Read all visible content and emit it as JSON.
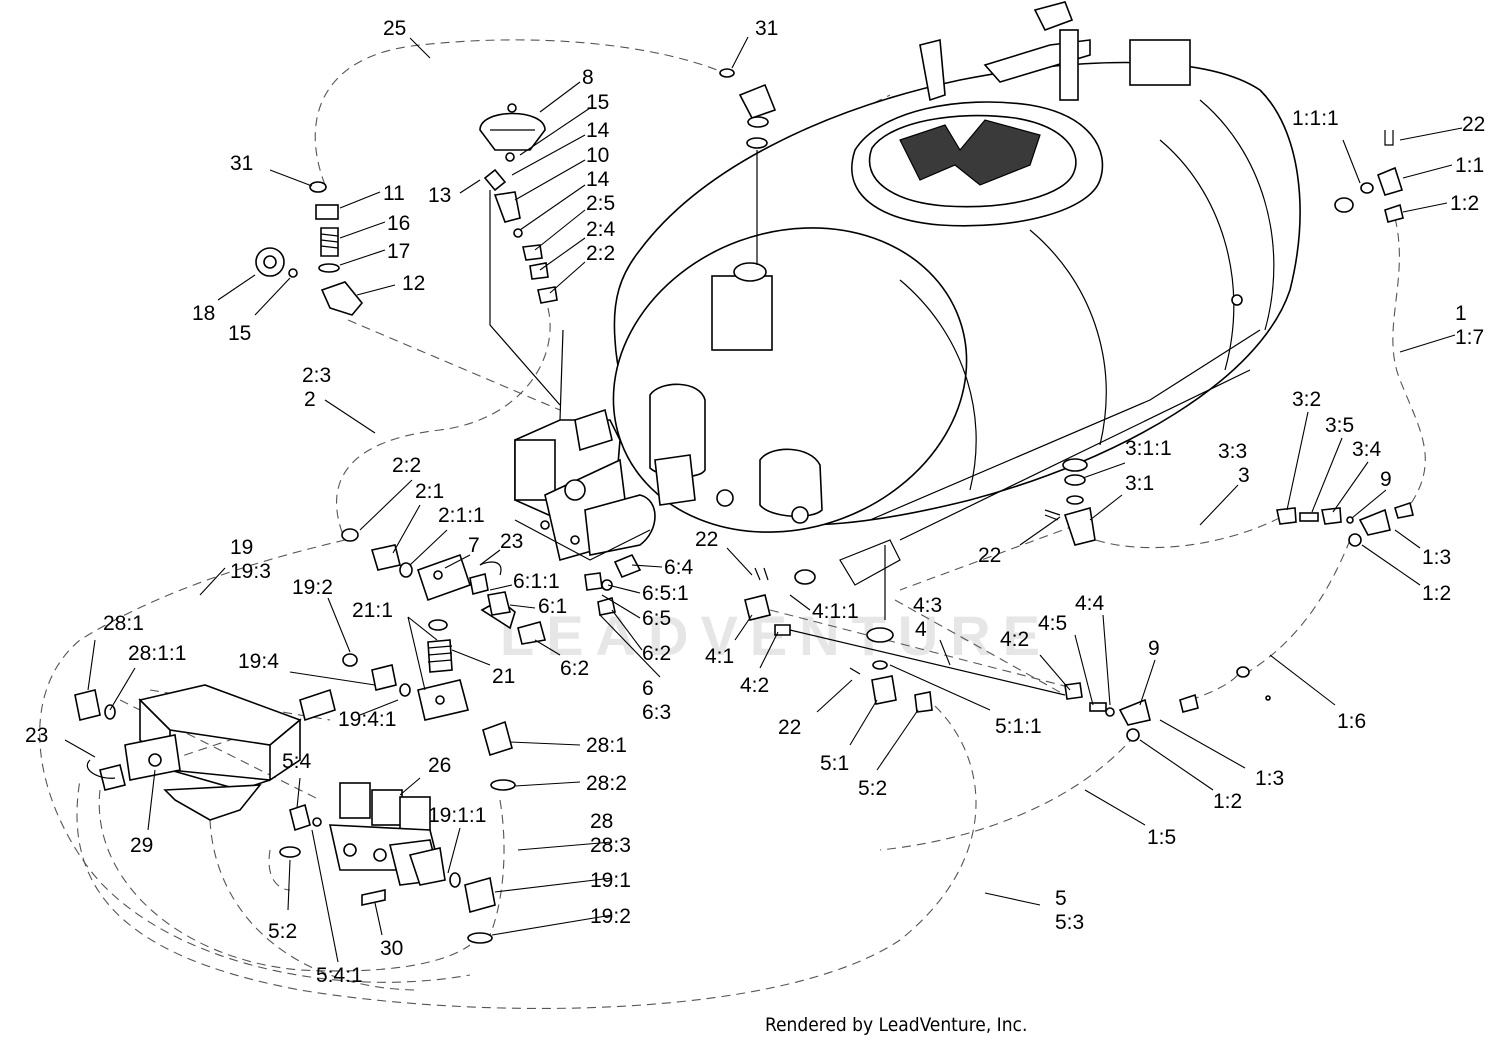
{
  "diagram": {
    "watermark": "LEADVENTURE",
    "credit": "Rendered by LeadVenture, Inc.",
    "callouts": {
      "c25": "25",
      "c31a": "31",
      "c31b": "31",
      "c8": "8",
      "c15a": "15",
      "c14a": "14",
      "c10": "10",
      "c14b": "14",
      "c2_5": "2:5",
      "c2_4": "2:4",
      "c2_2a": "2:2",
      "c13": "13",
      "c11": "11",
      "c16": "16",
      "c17": "17",
      "c12": "12",
      "c18": "18",
      "c15b": "15",
      "c2_3": "2:3",
      "c2": "2",
      "c1_1_1": "1:1:1",
      "c22a": "22",
      "c1_1": "1:1",
      "c1_2a": "1:2",
      "c1": "1",
      "c1_7": "1:7",
      "c3_2": "3:2",
      "c3_5": "3:5",
      "c3_4": "3:4",
      "c9a": "9",
      "c3_3": "3:3",
      "c3": "3",
      "c3_1_1": "3:1:1",
      "c3_1": "3:1",
      "c22b": "22",
      "c1_3a": "1:3",
      "c1_2b": "1:2",
      "c2_2b": "2:2",
      "c2_1": "2:1",
      "c2_1_1": "2:1:1",
      "c7": "7",
      "c23a": "23",
      "c22c": "22",
      "c6_4": "6:4",
      "c6_1_1": "6:1:1",
      "c6_5_1": "6:5:1",
      "c6_1": "6:1",
      "c6_5": "6:5",
      "c4_1_1": "4:1:1",
      "c6_2a": "6:2",
      "c21_1": "21:1",
      "c21": "21",
      "c6_2b": "6:2",
      "c6": "6",
      "c6_3": "6:3",
      "c4_1": "4:1",
      "c4_2a": "4:2",
      "c4_3": "4:3",
      "c4": "4",
      "c4_2b": "4:2",
      "c4_5": "4:5",
      "c4_4": "4:4",
      "c9b": "9",
      "c5_1_1": "5:1:1",
      "c1_6": "1:6",
      "c22d": "22",
      "c5_1": "5:1",
      "c5_2a": "5:2",
      "c1_3b": "1:3",
      "c1_2c": "1:2",
      "c1_5": "1:5",
      "c5": "5",
      "c5_3": "5:3",
      "c19": "19",
      "c19_3": "19:3",
      "c19_2a": "19:2",
      "c28_1a": "28:1",
      "c28_1_1": "28:1:1",
      "c19_4": "19:4",
      "c19_4_1": "19:4:1",
      "c23b": "23",
      "c29": "29",
      "c28_1b": "28:1",
      "c28_2": "28:2",
      "c26": "26",
      "c5_4": "5:4",
      "c19_1_1": "19:1:1",
      "c28": "28",
      "c28_3": "28:3",
      "c19_1": "19:1",
      "c19_2b": "19:2",
      "c5_2b": "5:2",
      "c30": "30",
      "c5_4_1": "5:4:1"
    }
  }
}
